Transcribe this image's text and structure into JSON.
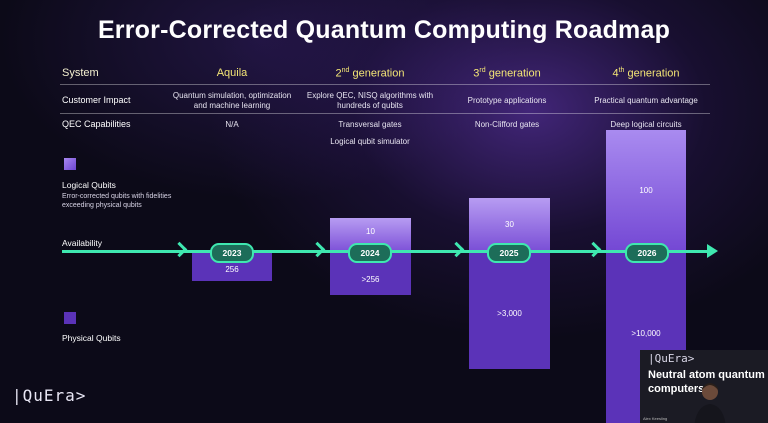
{
  "title": "Error-Corrected Quantum Computing Roadmap",
  "header": {
    "system_label": "System",
    "generations": [
      {
        "name": "Aquila",
        "sup": "",
        "rest": ""
      },
      {
        "name": "2",
        "sup": "nd",
        "rest": " generation"
      },
      {
        "name": "3",
        "sup": "rd",
        "rest": " generation"
      },
      {
        "name": "4",
        "sup": "th",
        "rest": " generation"
      }
    ]
  },
  "rows": {
    "customer_impact": {
      "label": "Customer Impact",
      "values": [
        "Quantum simulation, optimization and machine learning",
        "Explore QEC, NISQ algorithms with hundreds of qubits",
        "Prototype applications",
        "Practical quantum advantage"
      ]
    },
    "qec": {
      "label": "QEC Capabilities",
      "values": [
        "N/A",
        "Transversal gates",
        "Non-Clifford gates",
        "Deep logical circuits"
      ],
      "extra": "Logical qubit simulator"
    }
  },
  "legend": {
    "logical_label": "Logical Qubits",
    "logical_desc": "Error-corrected qubits with fidelities exceeding physical qubits",
    "physical_label": "Physical Qubits",
    "availability_label": "Availability"
  },
  "timeline": {
    "years": [
      "2023",
      "2024",
      "2025",
      "2026"
    ],
    "logical_values": [
      "",
      "10",
      "30",
      "100"
    ],
    "physical_values": [
      "256",
      ">256",
      ">3,000",
      ">10,000"
    ]
  },
  "colors": {
    "accent_green": "#3fe8b0",
    "physical_purple": "#5b33b8",
    "logical_purple": "#8a5fe0",
    "header_yellow": "#f4e676"
  },
  "logo": "|QuEra>",
  "video": {
    "logo": "|QuEra>",
    "text": "Neutral atom quantum computers",
    "caption": "Alex Keesling"
  }
}
